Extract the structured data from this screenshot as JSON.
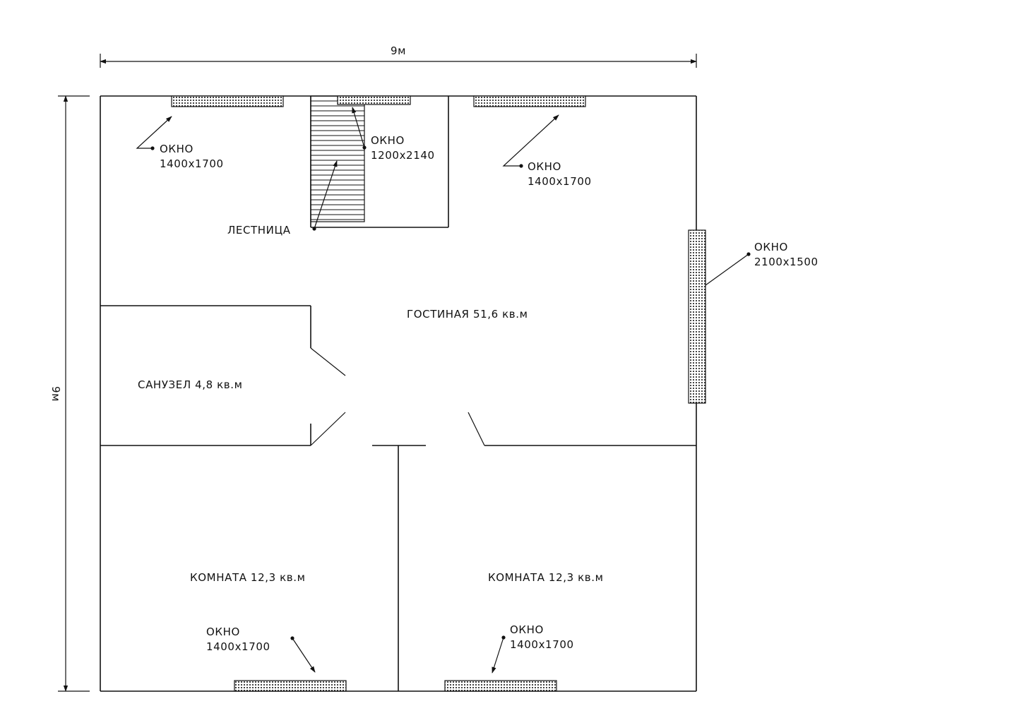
{
  "dimensions": {
    "width": "9м",
    "height": "9м"
  },
  "rooms": {
    "living": "ГОСТИНАЯ 51,6 кв.м",
    "bathroom": "САНУЗЕЛ 4,8 кв.м",
    "room_left": "КОМНАТА 12,3 кв.м",
    "room_right": "КОМНАТА 12,3 кв.м"
  },
  "stairs": "ЛЕСТНИЦА",
  "windows": [
    {
      "name": "ОКНО",
      "size": "1400x1700"
    },
    {
      "name": "ОКНО",
      "size": "1200x2140"
    },
    {
      "name": "ОКНО",
      "size": "1400x1700"
    },
    {
      "name": "ОКНО",
      "size": "2100x1500"
    },
    {
      "name": "ОКНО",
      "size": "1400x1700"
    },
    {
      "name": "ОКНО",
      "size": "1400x1700"
    }
  ]
}
